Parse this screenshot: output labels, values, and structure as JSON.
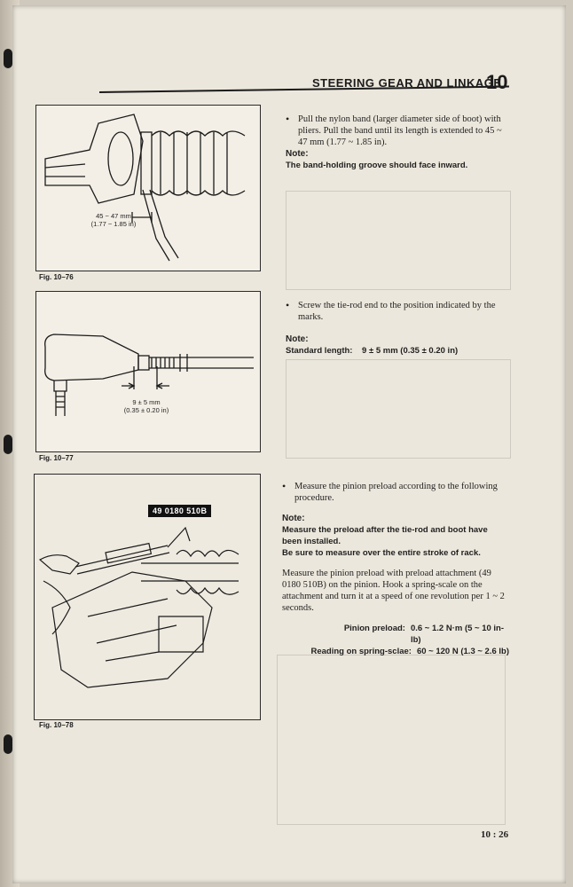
{
  "header": {
    "title": "STEERING GEAR AND LINKAGE",
    "chapter": "10"
  },
  "page_number": "10 : 26",
  "figures": [
    {
      "label": "Fig. 10–76",
      "dim_line1": "45 ~ 47 mm",
      "dim_line2": "(1.77 ~ 1.85 in)"
    },
    {
      "label": "Fig. 10–77",
      "dim_line1": "9 ± 5 mm",
      "dim_line2": "(0.35 ± 0.20 in)"
    },
    {
      "label": "Fig. 10–78",
      "tool": "49 0180 510B"
    }
  ],
  "sections": [
    {
      "bullet": "Pull the nylon band (larger diameter side of boot) with pliers. Pull the band until its length is extended to 45 ~ 47 mm (1.77 ~ 1.85 in).",
      "note_heading": "Note:",
      "note_text": "The band-holding groove should face inward."
    },
    {
      "bullet": "Screw the tie-rod end to the position indicated by the marks.",
      "note_heading": "Note:",
      "spec_label": "Standard length:",
      "spec_value": "9 ± 5 mm (0.35 ± 0.20 in)"
    },
    {
      "bullet": "Measure the pinion preload according to the following procedure.",
      "note_heading": "Note:",
      "note_line1": "Measure the preload after the tie-rod and boot have been installed.",
      "note_line2": "Be sure to measure over the entire stroke of rack.",
      "paragraph": "Measure the pinion preload with preload attachment (49 0180 510B) on the pinion. Hook a spring-scale on the attachment and turn it at a speed of one revolution per 1 ~ 2 seconds.",
      "spec1_label": "Pinion preload:",
      "spec1_value": "0.6 ~ 1.2 N·m (5 ~ 10 in-lb)",
      "spec2_label": "Reading on spring-sclae:",
      "spec2_value": "60 ~ 120 N (1.3 ~ 2.6 lb)"
    }
  ]
}
